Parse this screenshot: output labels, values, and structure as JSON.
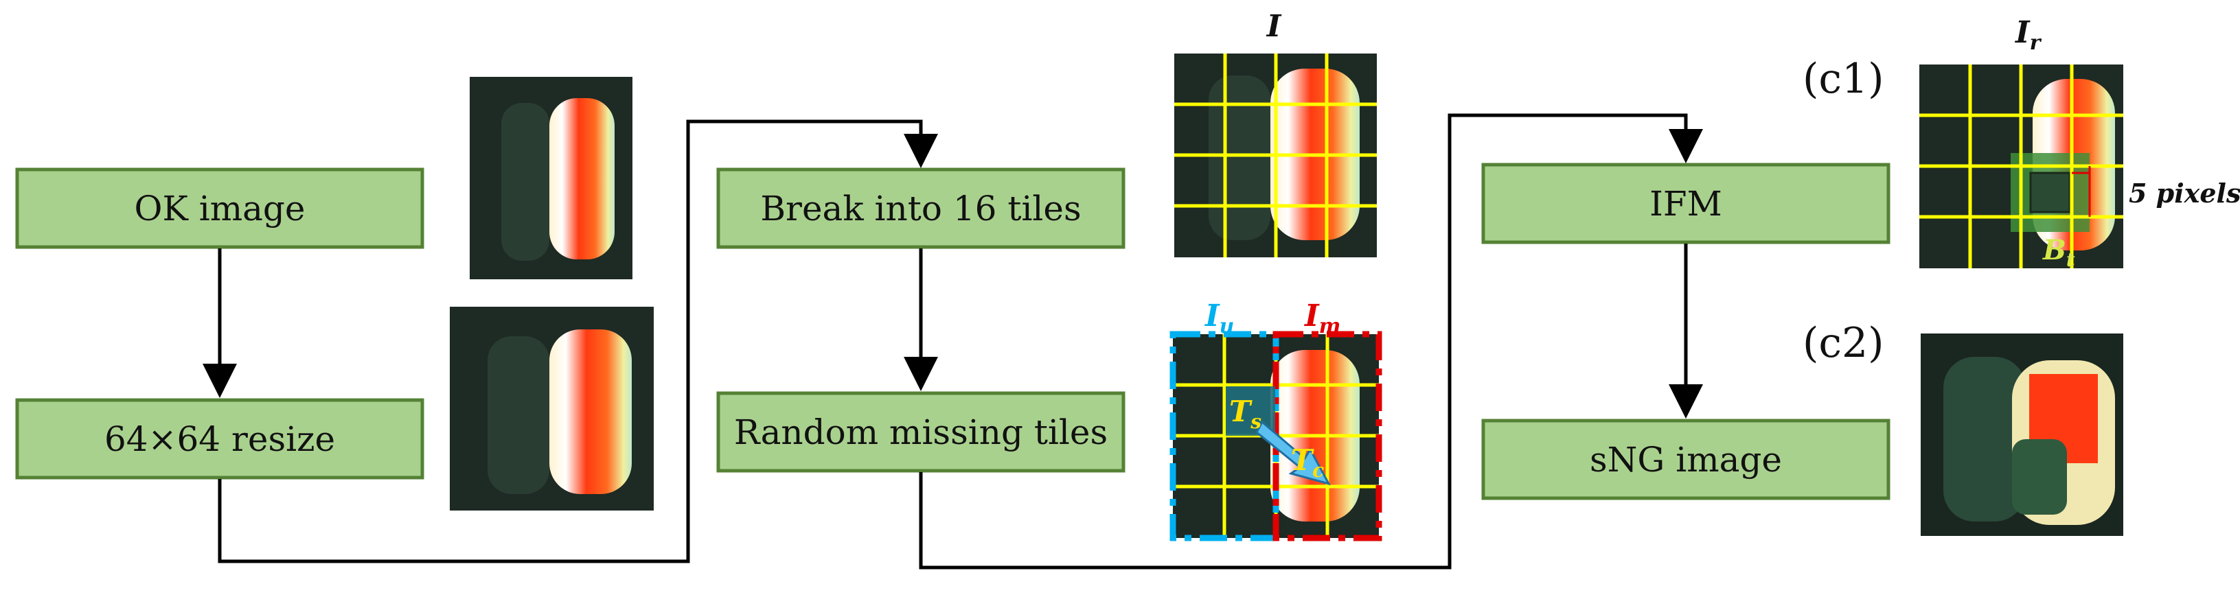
{
  "boxes": {
    "ok_image": "OK image",
    "resize": "64×64 resize",
    "break_tiles": "Break into 16 tiles",
    "random_missing": "Random missing tiles",
    "ifm": "IFM",
    "sng_image": "sNG image"
  },
  "labels": {
    "I": "I",
    "I_u": "I",
    "I_u_sub": "u",
    "I_m": "I",
    "I_m_sub": "m",
    "T_s": "T",
    "T_s_sub": "s",
    "T_c": "T",
    "T_c_sub": "c",
    "I_r": "I",
    "I_r_sub": "r",
    "c1": "(c1)",
    "c2": "(c2)",
    "five_pixels": "5 pixels",
    "B_t": "B",
    "B_t_sub": "t"
  },
  "colors": {
    "box_fill": "#a9d18e",
    "box_stroke": "#548235",
    "grid_yellow": "#ffff00",
    "unmasked_blue": "#00b0f0",
    "masked_red": "#e00000",
    "label_yellow": "#ffe000",
    "arrow_blue": "#5bc0f0",
    "box_green": "#70ad47"
  }
}
